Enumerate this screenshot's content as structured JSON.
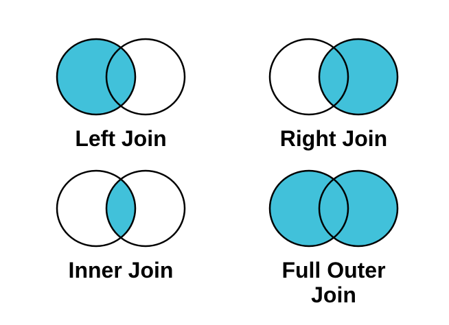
{
  "background_color": "#ffffff",
  "colors": {
    "highlight": "#41C1DA",
    "outline": "#000000",
    "label_text": "#000000"
  },
  "diagrams": [
    {
      "label": "Left Join",
      "filled_regions": [
        "left",
        "intersection"
      ]
    },
    {
      "label": "Right Join",
      "filled_regions": [
        "right",
        "intersection"
      ]
    },
    {
      "label": "Inner Join",
      "filled_regions": [
        "intersection"
      ]
    },
    {
      "label": "Full Outer Join",
      "filled_regions": [
        "left",
        "right",
        "intersection"
      ]
    }
  ]
}
